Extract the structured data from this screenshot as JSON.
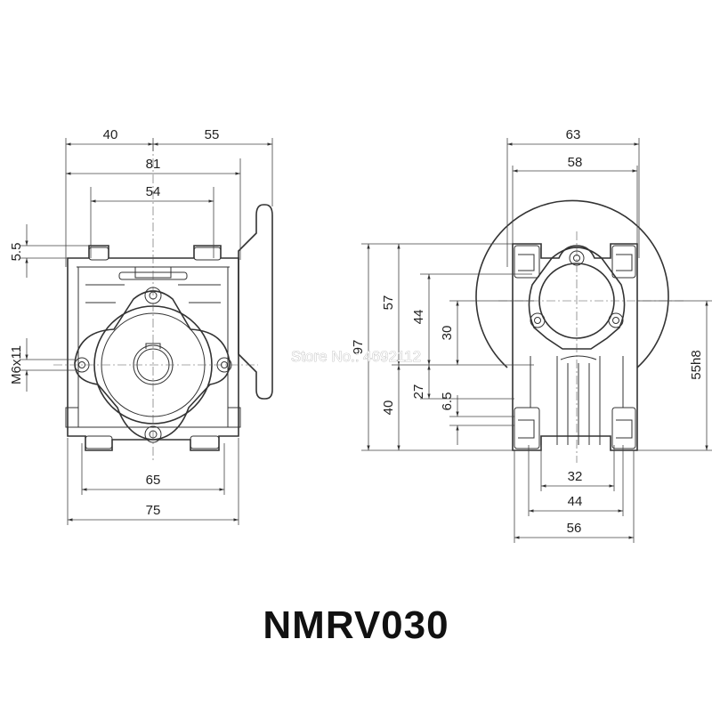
{
  "title": "NMRV030",
  "watermark": "Store No.: 4692112",
  "front_view": {
    "dims": {
      "top_left": "40",
      "top_right": "55",
      "overall_width": "81",
      "bolt_spacing": "54",
      "flange_thickness": "5.5",
      "thread": "M6x11",
      "base_bolts": "65",
      "base_width": "75"
    }
  },
  "side_view": {
    "dims": {
      "flange_dia": "63",
      "housing_width": "58",
      "height_upper": "57",
      "height_total": "97",
      "height_lower": "40",
      "shaft_upper": "44",
      "shaft_lower": "27",
      "bore_offset": "30",
      "foot_height": "6.5",
      "bore": "55h8",
      "foot_inner": "32",
      "foot_mid": "44",
      "foot_outer": "56"
    }
  }
}
